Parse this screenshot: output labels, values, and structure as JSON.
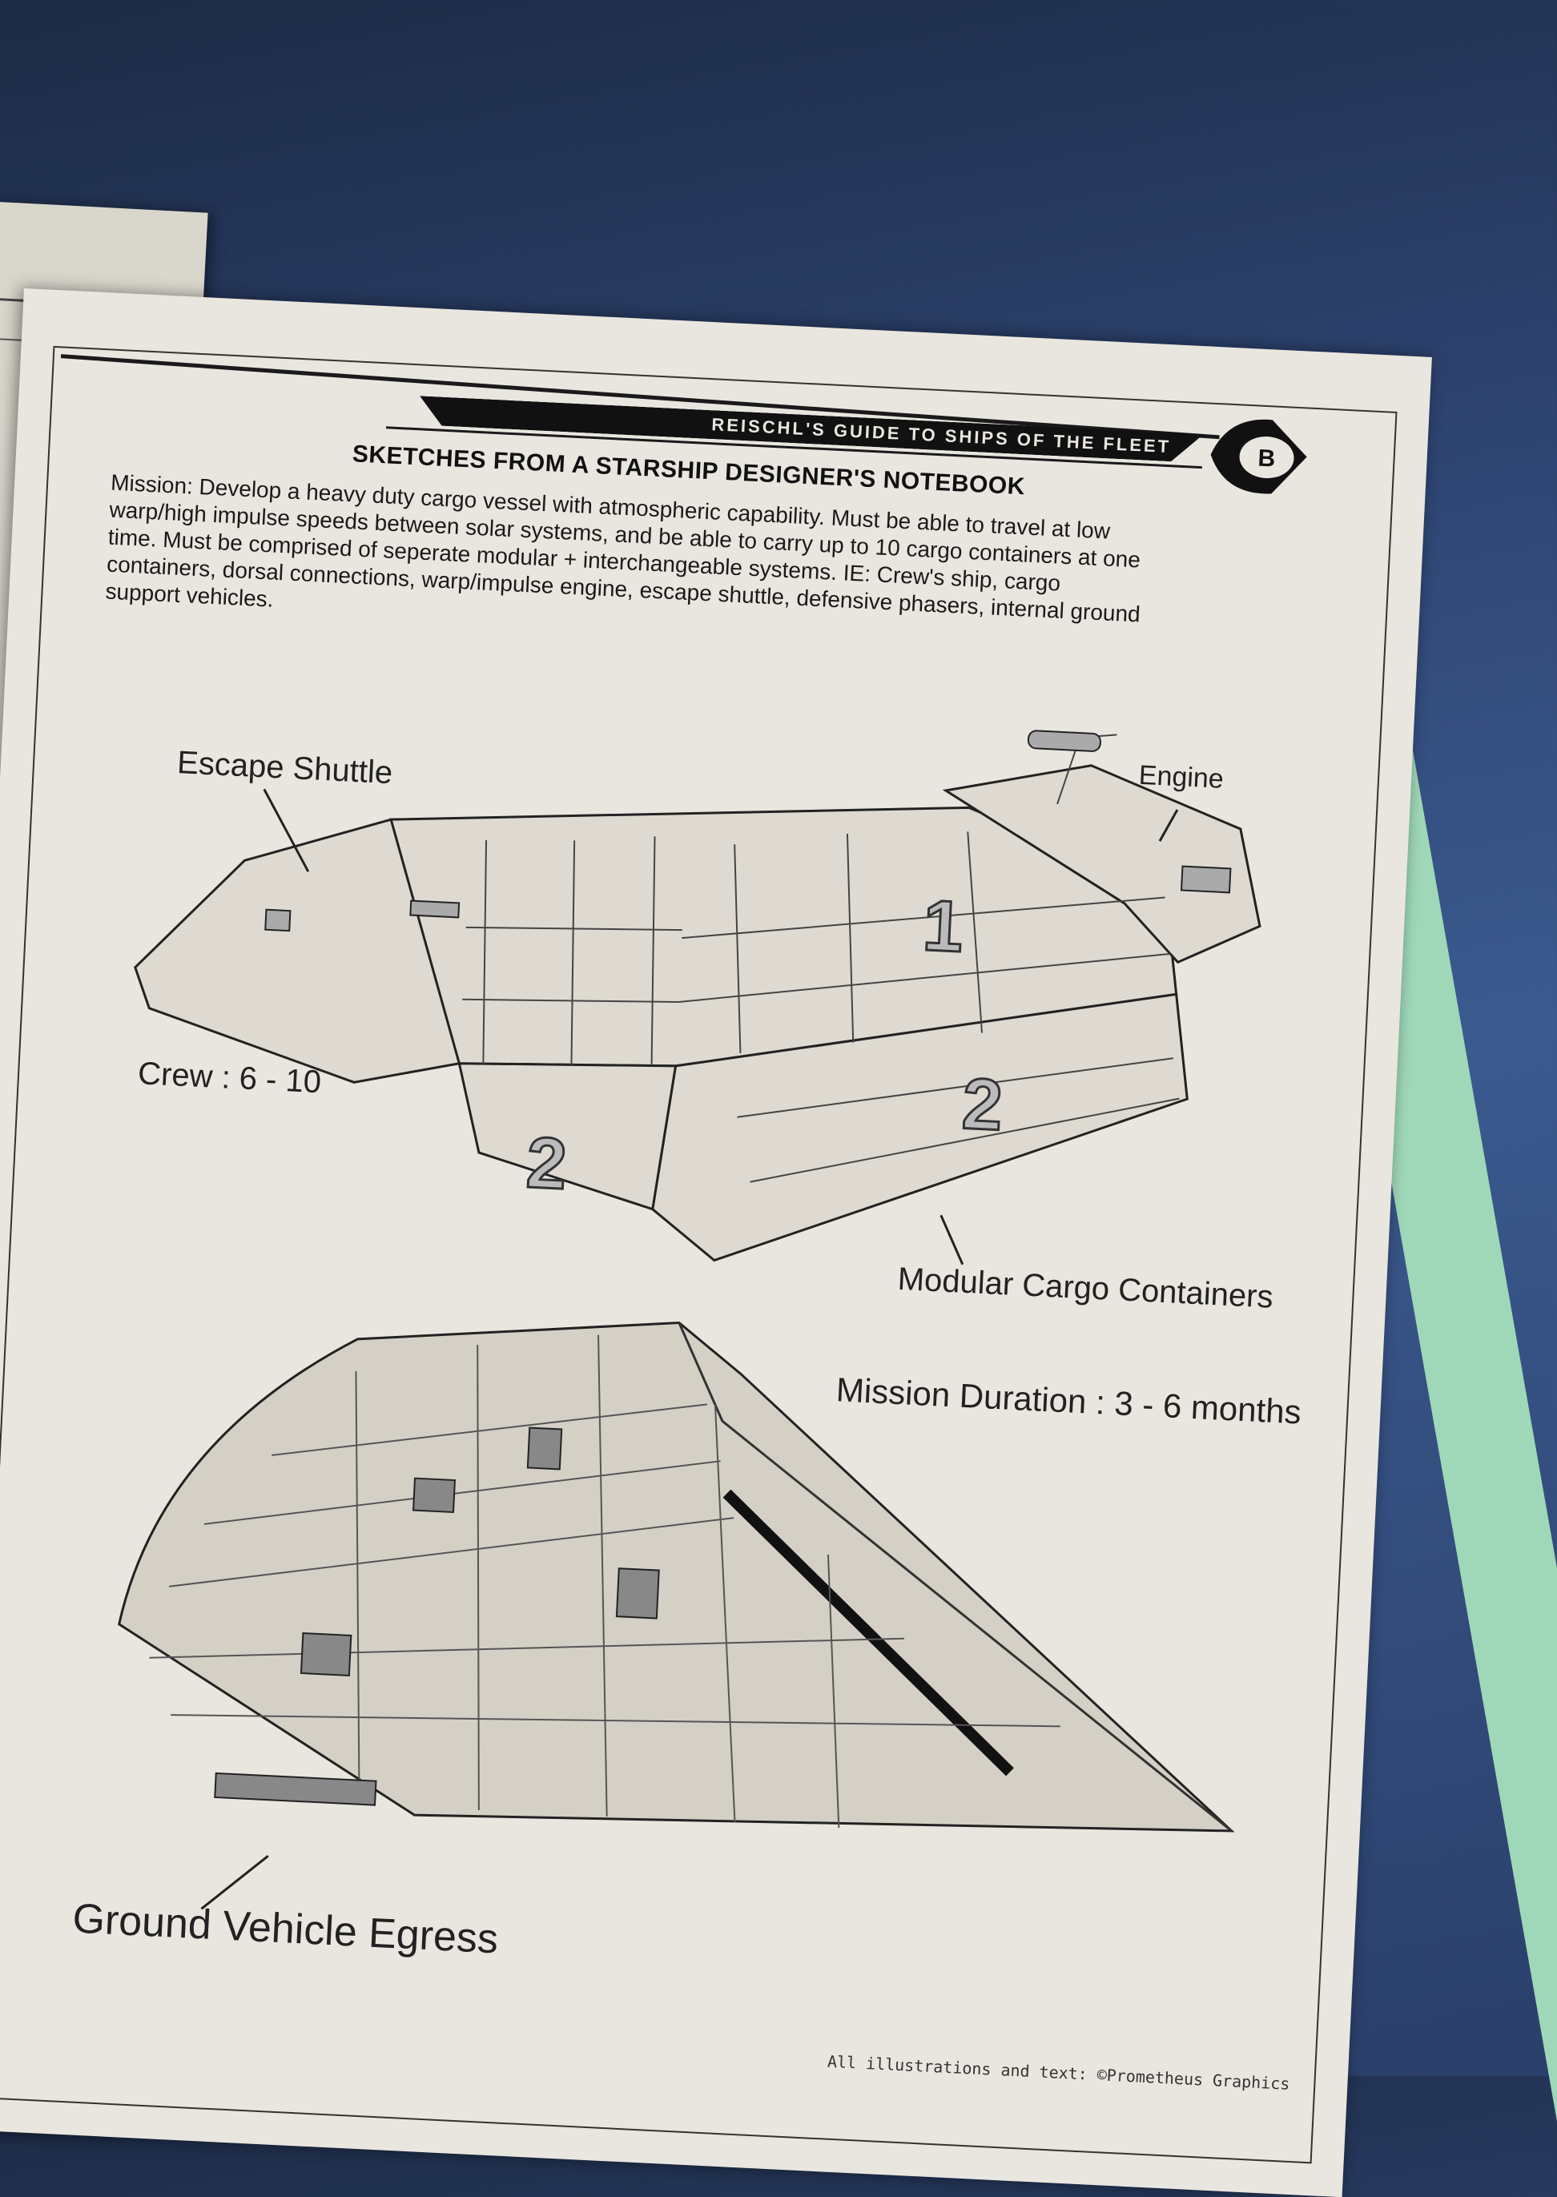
{
  "header": {
    "guide_title": "REISCHL'S GUIDE TO SHIPS OF THE FLEET",
    "badge_letter": "B"
  },
  "title": "SKETCHES FROM A STARSHIP DESIGNER'S NOTEBOOK",
  "mission_text": "Mission: Develop a heavy duty cargo vessel with atmospheric capability. Must be able to travel at low warp/high impulse speeds between solar systems, and be able to carry up to 10 cargo containers at one time. Must be comprised of seperate modular + interchangeable systems. IE: Crew's ship, cargo containers, dorsal connections, warp/impulse engine, escape shuttle, defensive phasers, internal ground support vehicles.",
  "labels": {
    "escape_shuttle": "Escape Shuttle",
    "engine": "Engine",
    "crew": "Crew : 6 - 10",
    "modular_cargo": "Modular Cargo Containers",
    "mission_duration": "Mission Duration : 3 - 6 months",
    "ground_vehicle": "Ground Vehicle Egress"
  },
  "container_numbers": [
    "1",
    "2",
    "2"
  ],
  "footer": "All illustrations and text: ©Prometheus Graphics"
}
